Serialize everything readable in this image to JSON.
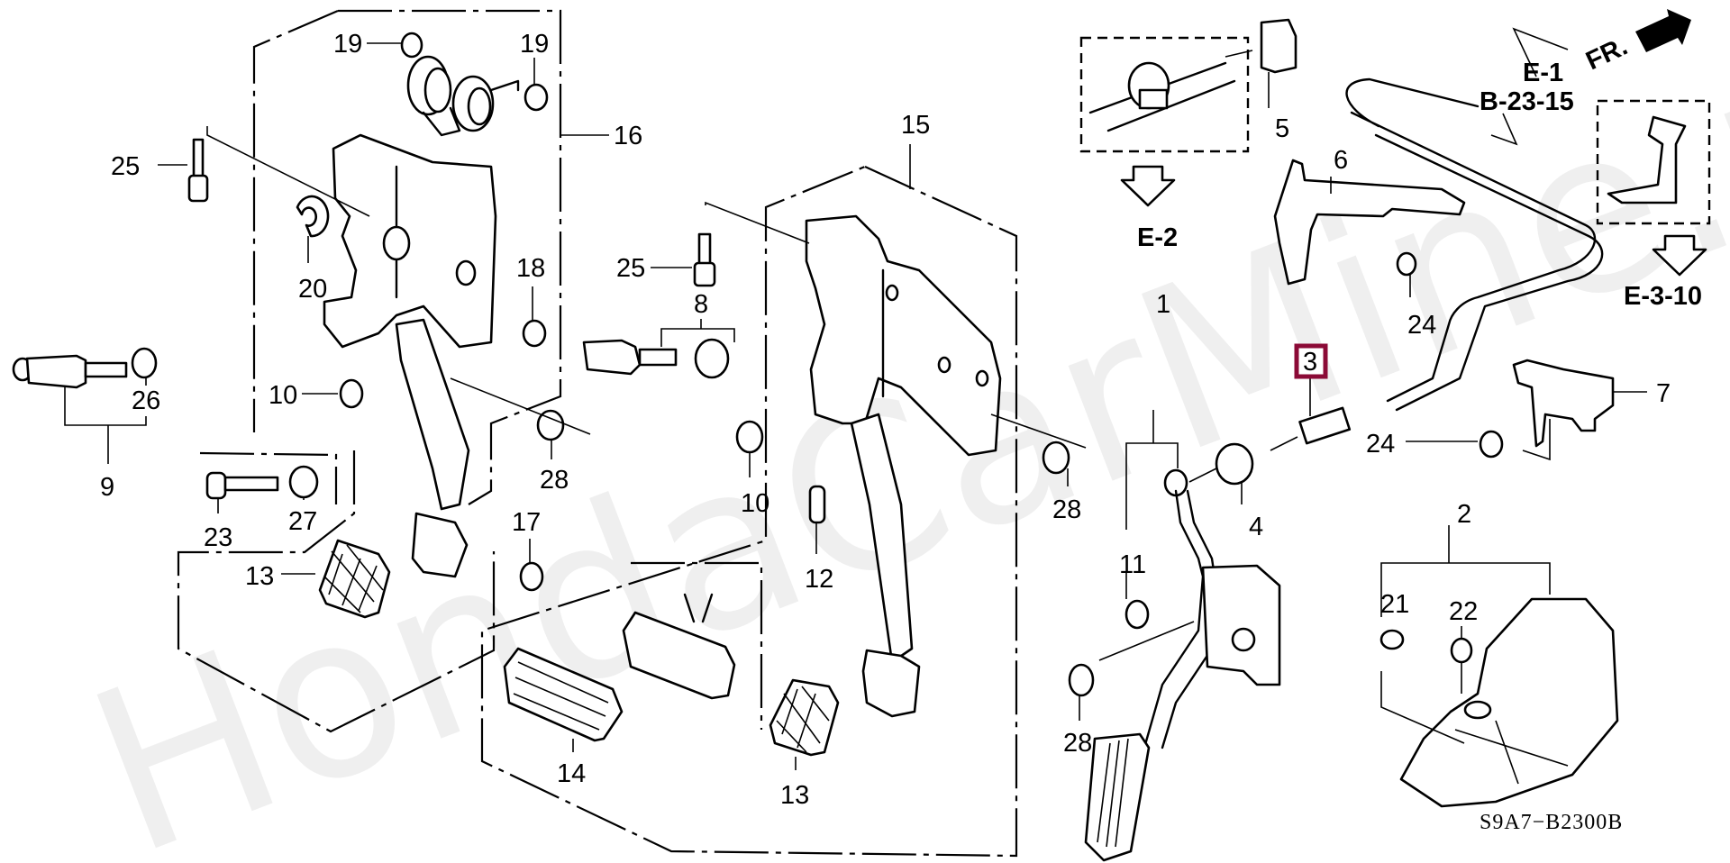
{
  "diagram": {
    "watermark": "HondaCarMine.ru",
    "drawing_code": "S9A7−B2300B",
    "orientation_label": "FR.",
    "highlight_color": "#8b0a36",
    "highlighted_part": "3",
    "references": {
      "e2": "E-2",
      "e1": "E-1",
      "b2315": "B-23-15",
      "e310": "E-3-10"
    },
    "labels": {
      "p19a": "19",
      "p19b": "19",
      "p16": "16",
      "p25a": "25",
      "p20": "20",
      "p18": "18",
      "p26": "26",
      "p10a": "10",
      "p9": "9",
      "p23": "23",
      "p27": "27",
      "p13a": "13",
      "p28a": "28",
      "p15": "15",
      "p25b": "25",
      "p8": "8",
      "p10b": "10",
      "p17": "17",
      "p12": "12",
      "p28b": "28",
      "p14": "14",
      "p13b": "13",
      "p5": "5",
      "p6": "6",
      "p24a": "24",
      "p3": "3",
      "p7": "7",
      "p24b": "24",
      "p1": "1",
      "p4": "4",
      "p11": "11",
      "p2": "2",
      "p21": "21",
      "p22": "22",
      "p28c": "28"
    }
  }
}
